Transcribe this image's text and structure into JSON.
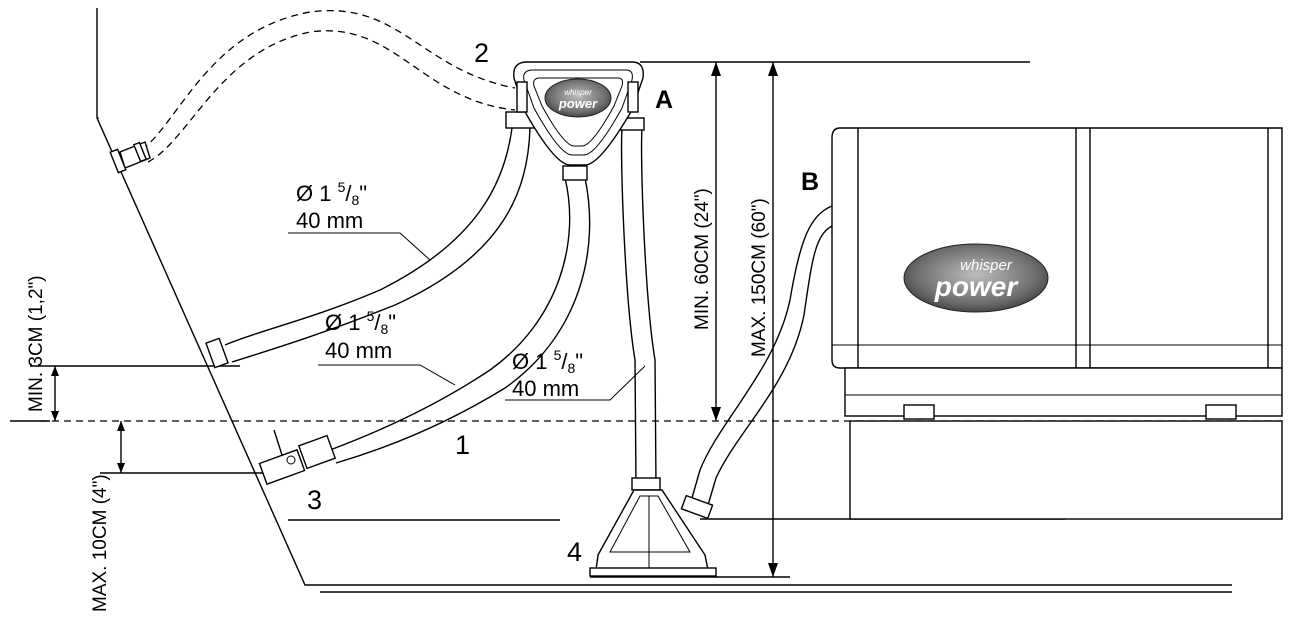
{
  "labels": {
    "waterline": "1",
    "vent_loop": "2",
    "inlet": "3",
    "muffler": "4",
    "point_a": "A",
    "point_b": "B"
  },
  "dimensions": {
    "min_3cm": "MIN. 3CM (1,2\")",
    "max_10cm": "MAX. 10CM (4\")",
    "min_60cm": "MIN. 60CM (24\")",
    "max_150cm": "MAX. 150CM (60\")"
  },
  "hoses": [
    {
      "diameter_prefix": "Ø 1 ",
      "num": "5",
      "den": "8",
      "suffix": "\"",
      "metric": "40 mm"
    },
    {
      "diameter_prefix": "Ø 1 ",
      "num": "5",
      "den": "8",
      "suffix": "\"",
      "metric": "40 mm"
    },
    {
      "diameter_prefix": "Ø 1 ",
      "num": "5",
      "den": "8",
      "suffix": "\"",
      "metric": "40 mm"
    }
  ],
  "logo": {
    "top": "whisper",
    "bottom": "power"
  }
}
